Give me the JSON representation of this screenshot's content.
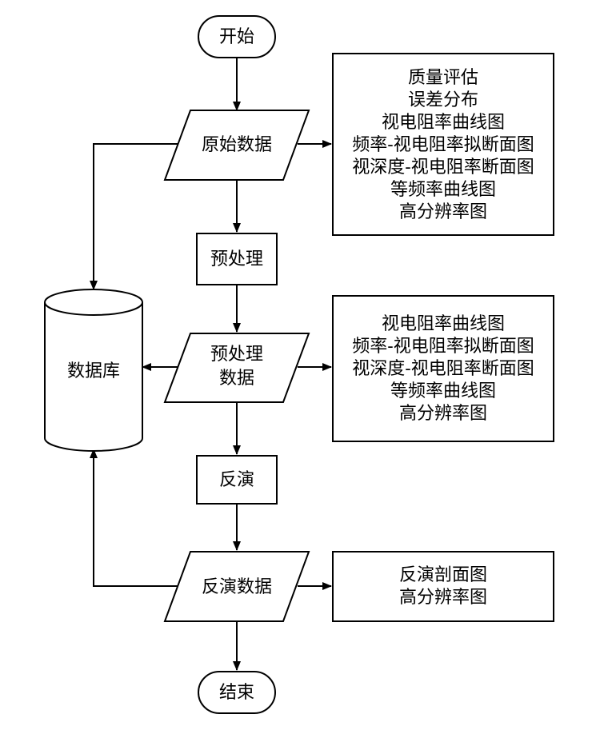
{
  "nodes": {
    "start": "开始",
    "raw_data": "原始数据",
    "preprocess": "预处理",
    "preprocessed_data_line1": "预处理",
    "preprocessed_data_line2": "数据",
    "database": "数据库",
    "inversion": "反演",
    "inversion_data": "反演数据",
    "end": "结束"
  },
  "outputs": {
    "raw": [
      "质量评估",
      "误差分布",
      "视电阻率曲线图",
      "频率-视电阻率拟断面图",
      "视深度-视电阻率断面图",
      "等频率曲线图",
      "高分辨率图"
    ],
    "preprocessed": [
      "视电阻率曲线图",
      "频率-视电阻率拟断面图",
      "视深度-视电阻率断面图",
      "等频率曲线图",
      "高分辨率图"
    ],
    "inversion": [
      "反演剖面图",
      "高分辨率图"
    ]
  }
}
